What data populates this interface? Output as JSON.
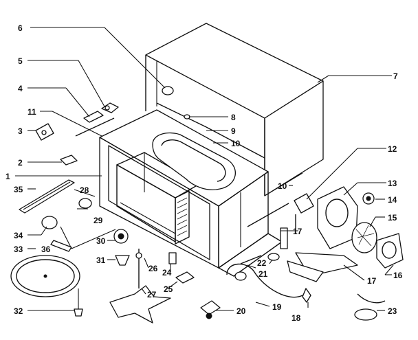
{
  "diagram": {
    "callouts": [
      {
        "id": "6",
        "text": "6"
      },
      {
        "id": "5",
        "text": "5"
      },
      {
        "id": "4",
        "text": "4"
      },
      {
        "id": "11",
        "text": "11"
      },
      {
        "id": "3",
        "text": "3"
      },
      {
        "id": "2",
        "text": "2"
      },
      {
        "id": "1",
        "text": "1"
      },
      {
        "id": "35",
        "text": "35"
      },
      {
        "id": "34",
        "text": "34"
      },
      {
        "id": "33",
        "text": "33"
      },
      {
        "id": "36",
        "text": "36"
      },
      {
        "id": "32",
        "text": "32"
      },
      {
        "id": "7",
        "text": "7"
      },
      {
        "id": "8",
        "text": "8"
      },
      {
        "id": "9",
        "text": "9"
      },
      {
        "id": "10a",
        "text": "10"
      },
      {
        "id": "12",
        "text": "12"
      },
      {
        "id": "10b",
        "text": "10"
      },
      {
        "id": "13",
        "text": "13"
      },
      {
        "id": "14",
        "text": "14"
      },
      {
        "id": "15",
        "text": "15"
      },
      {
        "id": "16",
        "text": "16"
      },
      {
        "id": "17a",
        "text": "17"
      },
      {
        "id": "17b",
        "text": "17"
      },
      {
        "id": "28",
        "text": "28"
      },
      {
        "id": "29",
        "text": "29"
      },
      {
        "id": "30",
        "text": "30"
      },
      {
        "id": "31",
        "text": "31"
      },
      {
        "id": "26",
        "text": "26"
      },
      {
        "id": "24",
        "text": "24"
      },
      {
        "id": "25",
        "text": "25"
      },
      {
        "id": "27",
        "text": "27"
      },
      {
        "id": "22",
        "text": "22"
      },
      {
        "id": "21",
        "text": "21"
      },
      {
        "id": "19",
        "text": "19"
      },
      {
        "id": "20",
        "text": "20"
      },
      {
        "id": "18",
        "text": "18"
      },
      {
        "id": "23",
        "text": "23"
      }
    ]
  }
}
